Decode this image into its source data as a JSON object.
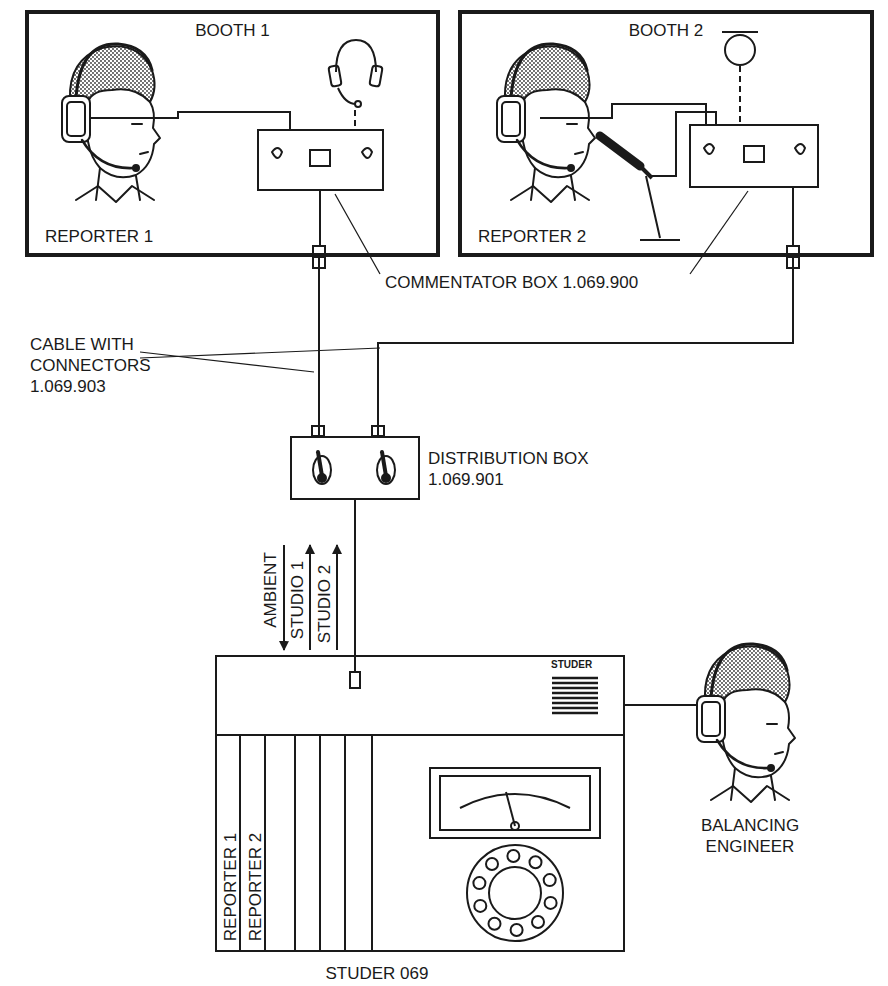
{
  "diagram": {
    "nodes": [
      {
        "text": [
          "BOOTH 1",
          "REPORTER 1"
        ]
      },
      {
        "text": [
          "BOOTH 2",
          "REPORTER 2"
        ]
      },
      {
        "text": [
          "DISTRIBUTION BOX 1.069.901"
        ]
      },
      {
        "text": [
          "STUDER",
          "REPORTER 1",
          "REPORTER 2",
          "STUDER 069"
        ]
      }
    ],
    "edges": [
      {
        "from": 0,
        "to": 2,
        "arrow": "none"
      },
      {
        "from": 1,
        "to": 2,
        "arrow": "none"
      },
      {
        "from": 2,
        "to": 3,
        "arrow": "none"
      }
    ],
    "labels": [
      "COMMENTATOR BOX 1.069.900",
      "CABLE WITH CONNECTORS 1.069.903",
      "AMBIENT",
      "STUDIO 1",
      "STUDIO 2",
      "BALANCING ENGINEER"
    ]
  }
}
